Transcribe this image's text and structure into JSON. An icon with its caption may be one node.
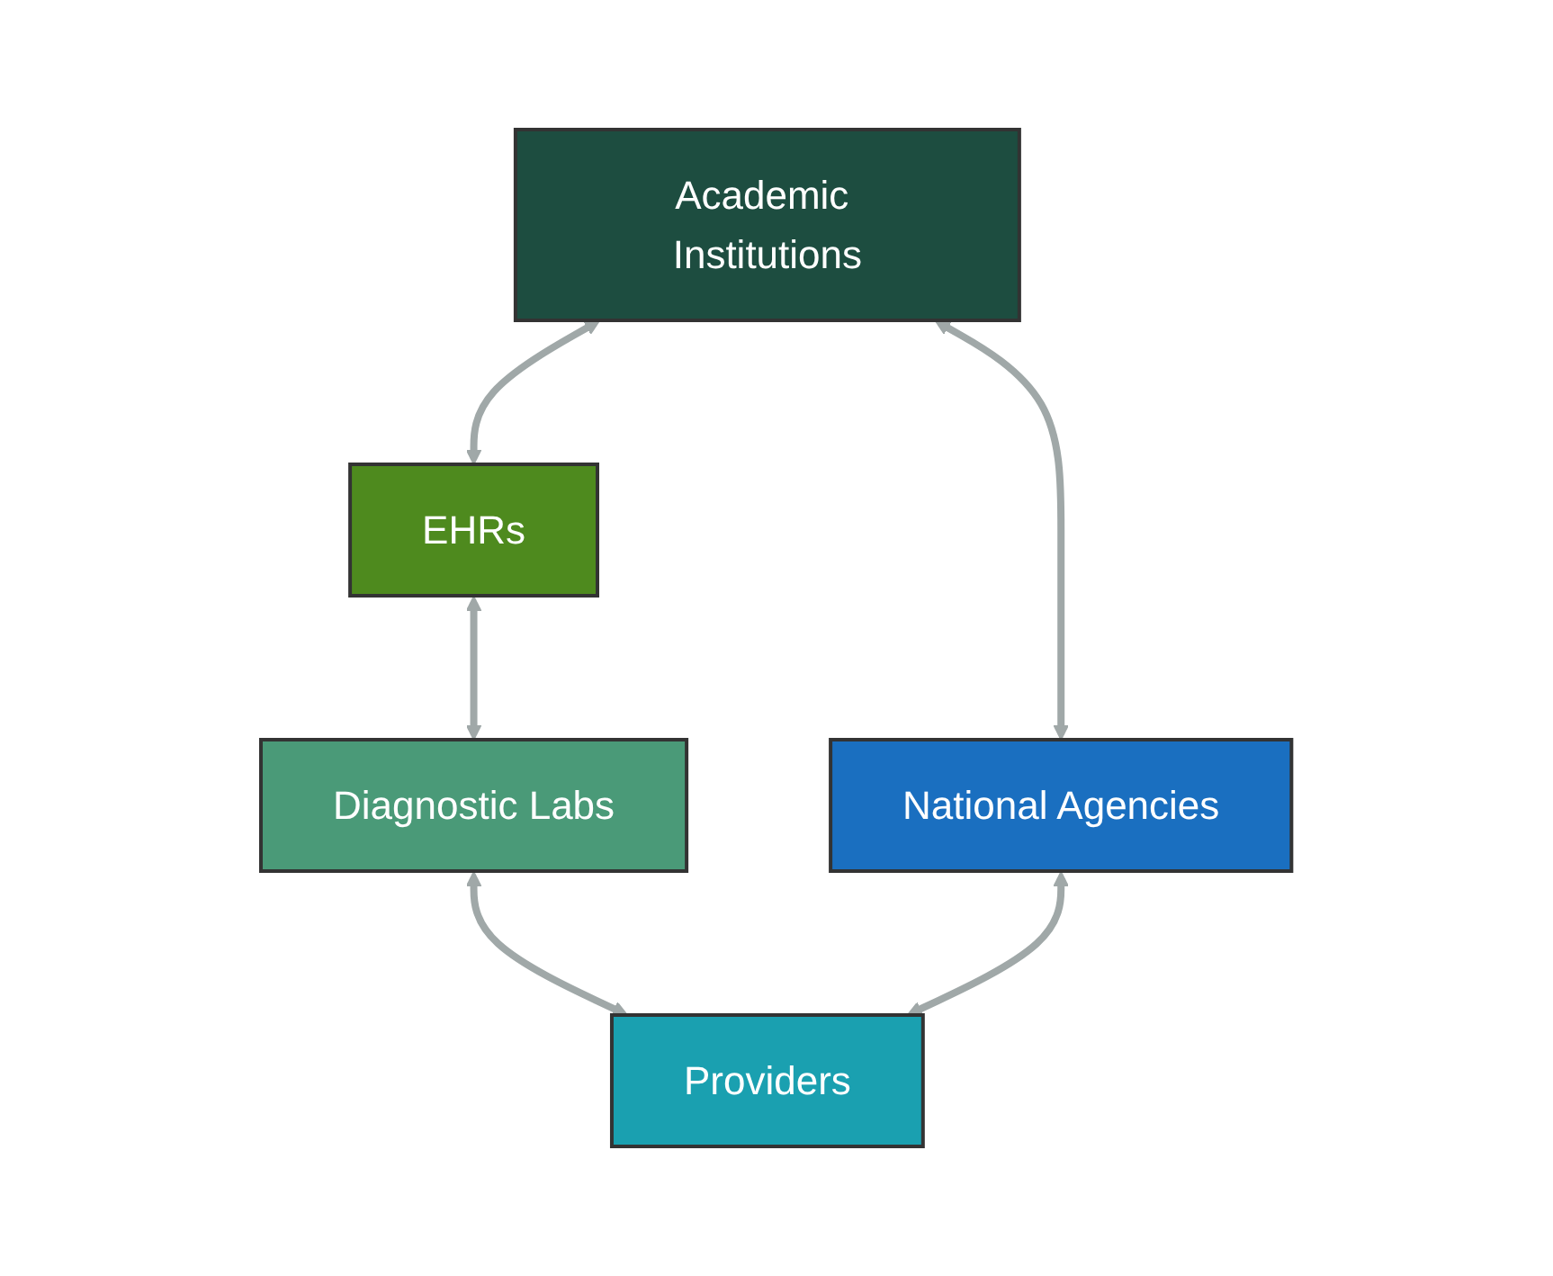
{
  "diagram": {
    "nodes": [
      {
        "text": [
          "EHRs"
        ]
      },
      {
        "text": [
          "Academic Institutions"
        ]
      },
      {
        "text": [
          "Diagnostic Labs"
        ]
      },
      {
        "text": [
          "National Agencies"
        ]
      },
      {
        "text": [
          "Providers"
        ]
      }
    ],
    "edges": [
      {
        "from": 1,
        "to": 0,
        "arrow": "both"
      },
      {
        "from": 0,
        "to": 2,
        "arrow": "both"
      },
      {
        "from": 1,
        "to": 3,
        "arrow": "both"
      },
      {
        "from": 2,
        "to": 4,
        "arrow": "both"
      },
      {
        "from": 3,
        "to": 4,
        "arrow": "both"
      }
    ]
  }
}
